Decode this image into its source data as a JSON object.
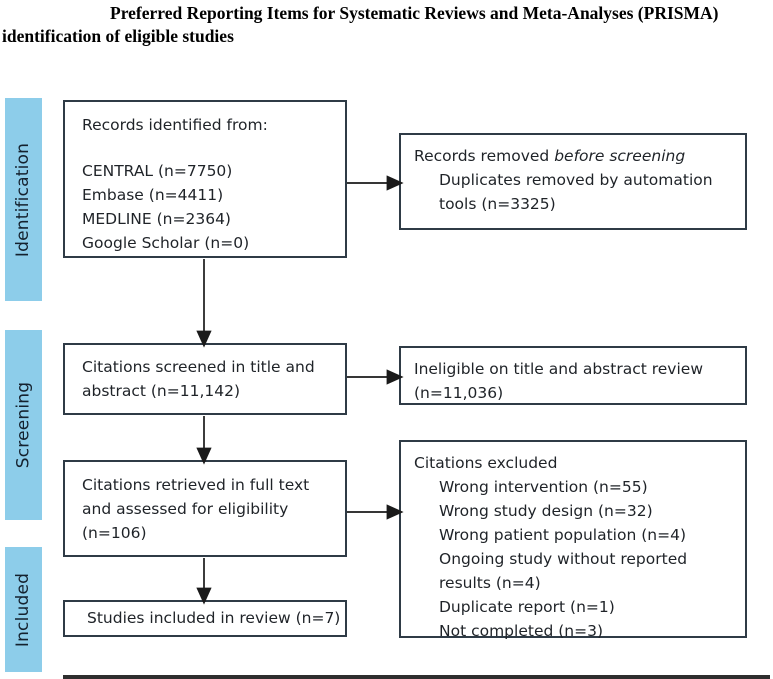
{
  "title": {
    "line1": "Preferred Reporting Items for Systematic Reviews and Meta-Analyses (PRISMA)",
    "line2": "identification of eligible studies"
  },
  "sidebar": {
    "stages": [
      {
        "label": "Identification"
      },
      {
        "label": "Screening"
      },
      {
        "label": "Included"
      }
    ]
  },
  "flow": {
    "records_identified": {
      "heading": "Records identified from:",
      "sources": [
        "CENTRAL (n=7750)",
        "Embase (n=4411)",
        "MEDLINE (n=2364)",
        "Google Scholar (n=0)"
      ]
    },
    "records_removed": {
      "prefix": "Records removed ",
      "italic": "before screening",
      "detail": "Duplicates removed by automation tools (n=3325)"
    },
    "screened": {
      "text": "Citations screened in title and abstract (n=11,142)"
    },
    "ineligible": {
      "text": "Ineligible on title and abstract review (n=11,036)"
    },
    "fulltext": {
      "text": "Citations retrieved in full text and assessed for eligibility (n=106)"
    },
    "excluded": {
      "heading": "Citations excluded",
      "reasons": [
        "Wrong intervention (n=55)",
        "Wrong study design (n=32)",
        "Wrong patient population (n=4)",
        "Ongoing study without reported results (n=4)",
        "Duplicate report (n=1)",
        "Not completed (n=3)"
      ]
    },
    "included": {
      "text": "Studies included in review (n=7)"
    }
  },
  "colors": {
    "sidebar_fill": "#8DCDEA",
    "box_border": "#2f3b46",
    "arrow": "#1a1a1a",
    "caption_text": "#000000"
  }
}
